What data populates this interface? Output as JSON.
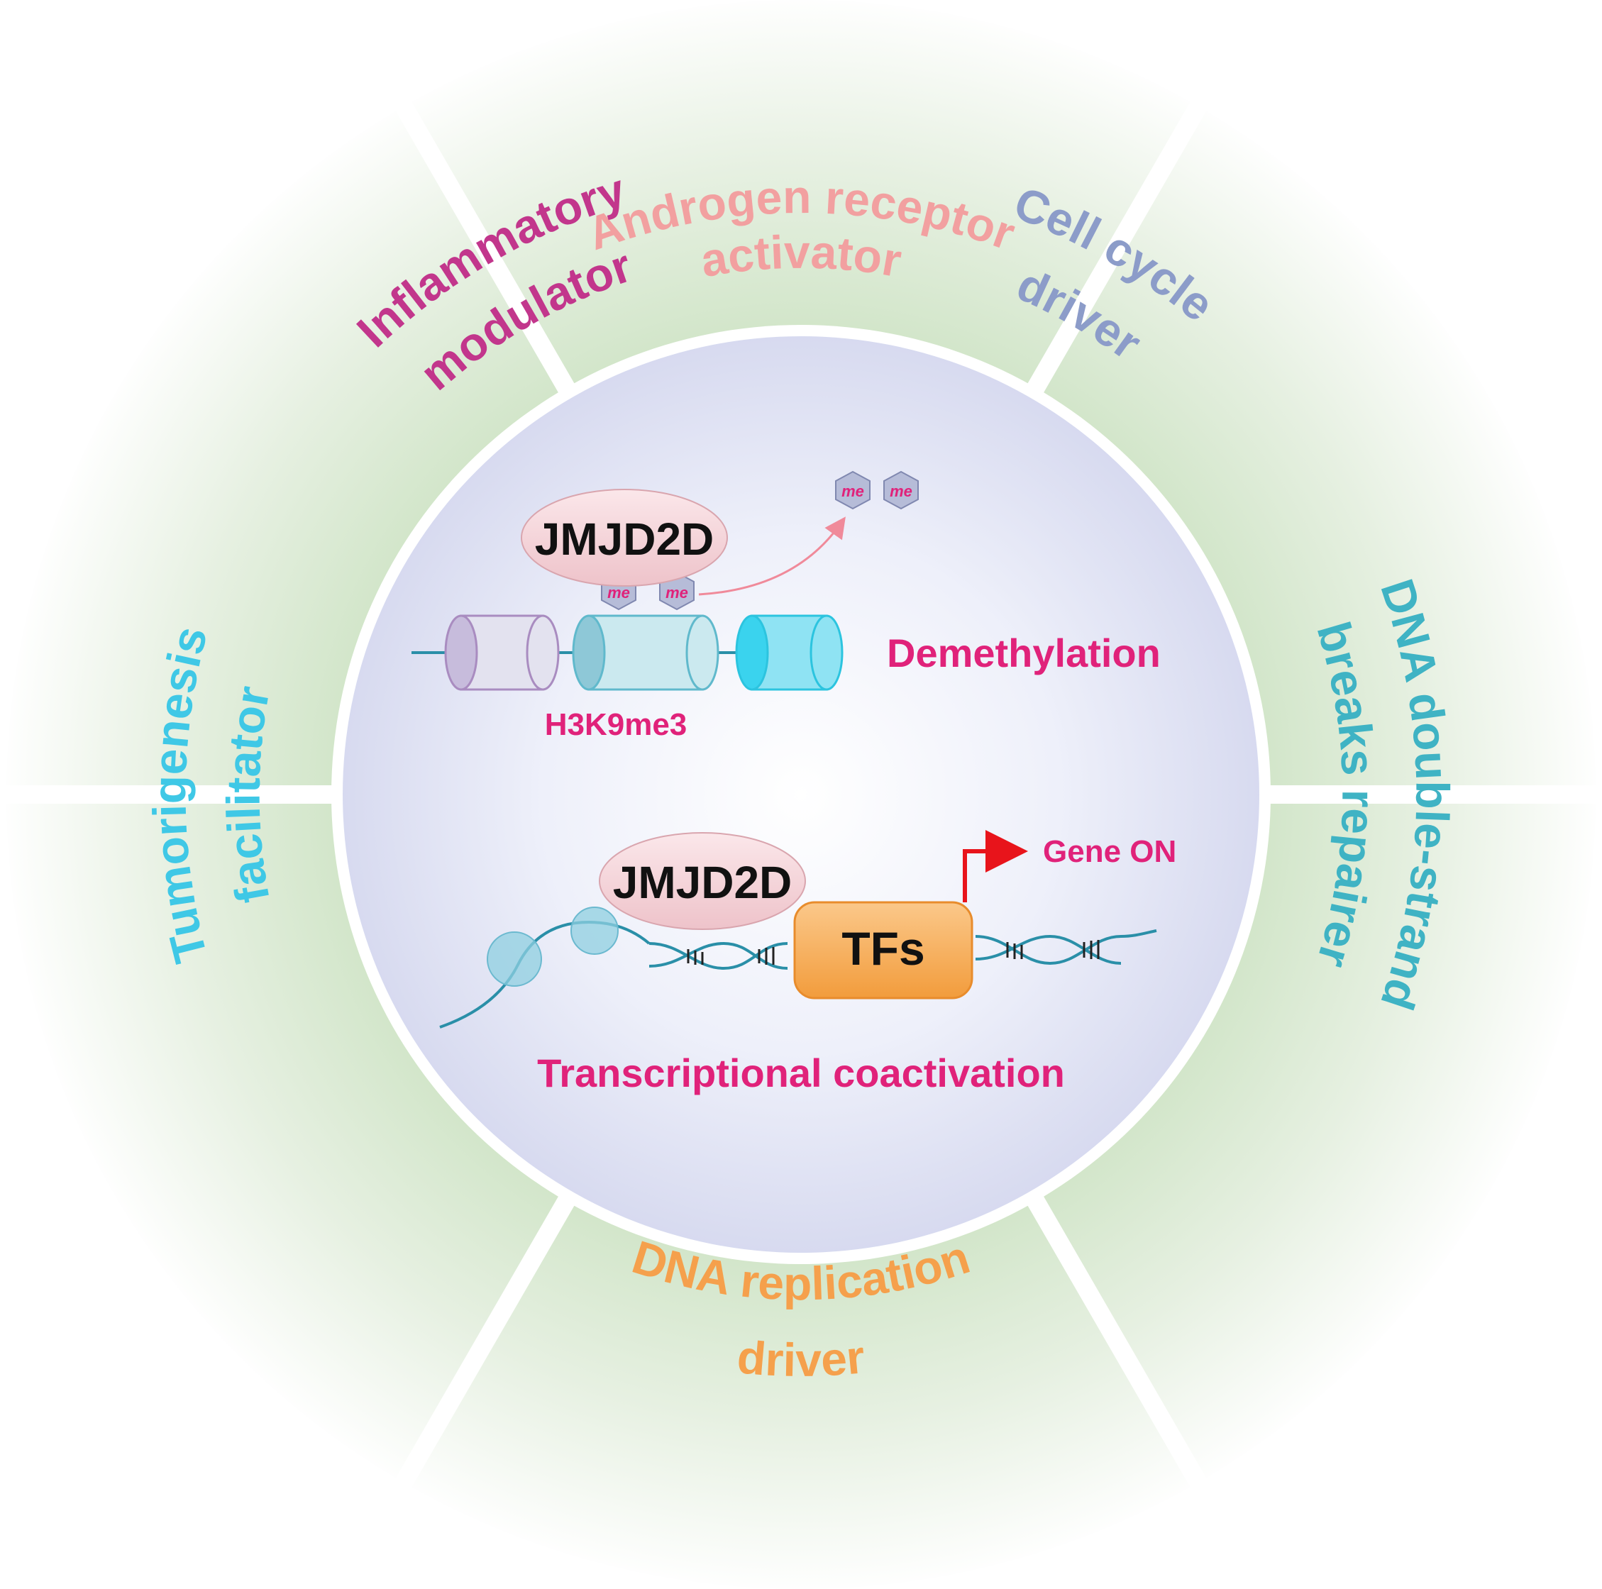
{
  "segments": [
    {
      "id": "androgen",
      "lines": [
        "Androgen receptor",
        "activator"
      ],
      "color": "#f2a0a0"
    },
    {
      "id": "dsb",
      "lines": [
        "DNA double-strand",
        "breaks repairer"
      ],
      "color": "#3fb3c4"
    },
    {
      "id": "cellcycle",
      "lines": [
        "Cell cycle",
        "driver"
      ],
      "color": "#8c9cc9"
    },
    {
      "id": "replication",
      "lines": [
        "DNA replication",
        "driver"
      ],
      "color": "#f5a04c"
    },
    {
      "id": "inflammatory",
      "lines": [
        "Inflammatory",
        "modulator"
      ],
      "color": "#c2368c"
    },
    {
      "id": "tumorigenesis",
      "lines": [
        "Tumorigenesis",
        "facilitator"
      ],
      "color": "#3fc8e6"
    }
  ],
  "center": {
    "demethylation": {
      "enzyme": "JMJD2D",
      "methyl_label": "me",
      "histone_label": "H3K9me3",
      "process_label": "Demethylation"
    },
    "coactivation": {
      "enzyme": "JMJD2D",
      "tf_label": "TFs",
      "gene_label": "Gene ON",
      "process_label": "Transcriptional coactivation"
    }
  },
  "colors": {
    "ring_green": "#d3e6cc",
    "center_fill": "#dcdff2",
    "magenta": "#e0227a",
    "enzyme_fill": "#f5d2d8",
    "tf_fill": "#f7b15c",
    "dna_teal": "#2a8fa8",
    "arrow_red": "#e8141b"
  }
}
